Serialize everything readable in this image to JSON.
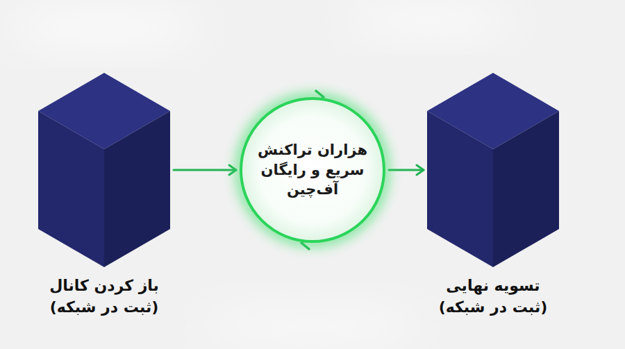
{
  "diagram": {
    "nodes": [
      {
        "text": [
          "باز کردن کانال (ثبت در شبکه)"
        ]
      },
      {
        "text": [
          "هزاران تراکنش سریع و رایگان آف‌چین"
        ]
      },
      {
        "text": [
          "تسویه نهایی (ثبت در شبکه)"
        ]
      }
    ],
    "edges": [
      {
        "from": 0,
        "to": 1,
        "arrow": "to"
      },
      {
        "from": 1,
        "to": 2,
        "arrow": "to"
      }
    ]
  }
}
